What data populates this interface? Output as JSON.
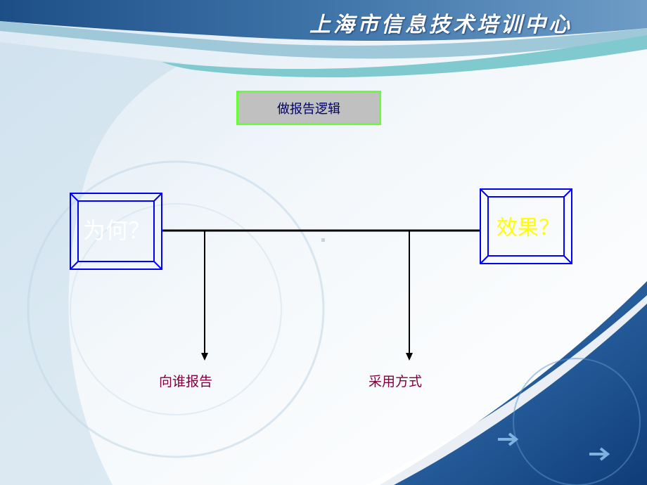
{
  "header": {
    "title": "上海市信息技术培训中心"
  },
  "diagram": {
    "title": "做报告逻辑",
    "left_node": "为何？",
    "right_node": "效果？",
    "branches": [
      "向谁报告",
      "采用方式"
    ]
  },
  "colors": {
    "header_band": "#4a78a8",
    "teal_stripe": "#7fc9cf",
    "box_border": "#0000ff",
    "logic_fill": "#c0c0c0",
    "logic_border": "#66ff33",
    "branch_text": "#800040",
    "effect_text": "#ffff00"
  }
}
